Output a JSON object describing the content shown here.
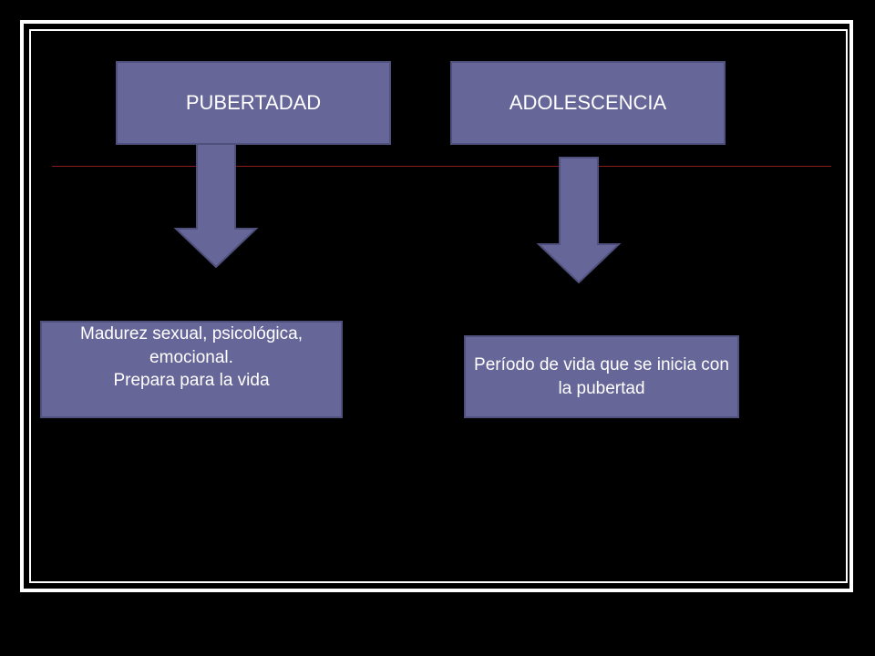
{
  "colors": {
    "box_fill": "#666699",
    "box_border": "#50507d",
    "rule": "#8b1a1a",
    "background": "#000000",
    "frame": "#ffffff"
  },
  "nodes": {
    "pubertad": {
      "title": "PUBERTADAD",
      "description": "Madurez sexual, psicológica, emocional.\nPrepara para la vida"
    },
    "adolescencia": {
      "title": "ADOLESCENCIA",
      "description": "Período de vida que se inicia con la pubertad"
    }
  }
}
